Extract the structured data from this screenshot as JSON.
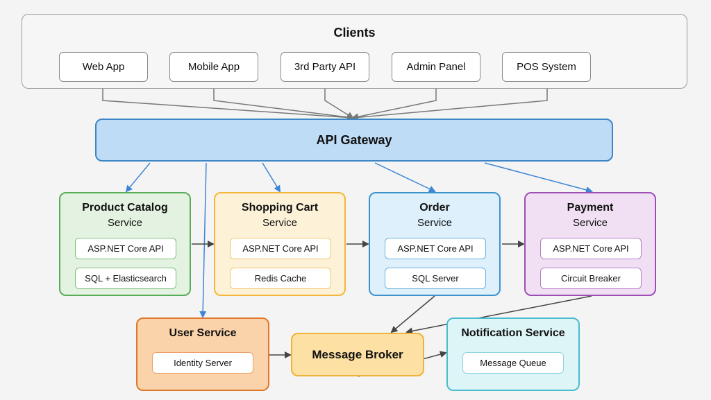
{
  "clients": {
    "title": "Clients",
    "items": [
      "Web App",
      "Mobile App",
      "3rd Party API",
      "Admin Panel",
      "POS System"
    ]
  },
  "gateway": {
    "label": "API Gateway"
  },
  "services": {
    "catalog": {
      "name": "Product Catalog",
      "sub": "Service",
      "items": [
        "ASP.NET Core API",
        "SQL + Elasticsearch"
      ]
    },
    "cart": {
      "name": "Shopping Cart",
      "sub": "Service",
      "items": [
        "ASP.NET Core API",
        "Redis Cache"
      ]
    },
    "order": {
      "name": "Order",
      "sub": "Service",
      "items": [
        "ASP.NET Core API",
        "SQL Server"
      ]
    },
    "payment": {
      "name": "Payment",
      "sub": "Service",
      "items": [
        "ASP.NET Core API",
        "Circuit Breaker"
      ]
    }
  },
  "user_service": {
    "name": "User Service",
    "item": "Identity Server"
  },
  "broker": {
    "label": "Message Broker"
  },
  "notification": {
    "name": "Notification Service",
    "item": "Message Queue"
  },
  "colors": {
    "gray_arrow": "#777777",
    "blue_arrow": "#3d86d6",
    "dark_arrow": "#444444"
  }
}
